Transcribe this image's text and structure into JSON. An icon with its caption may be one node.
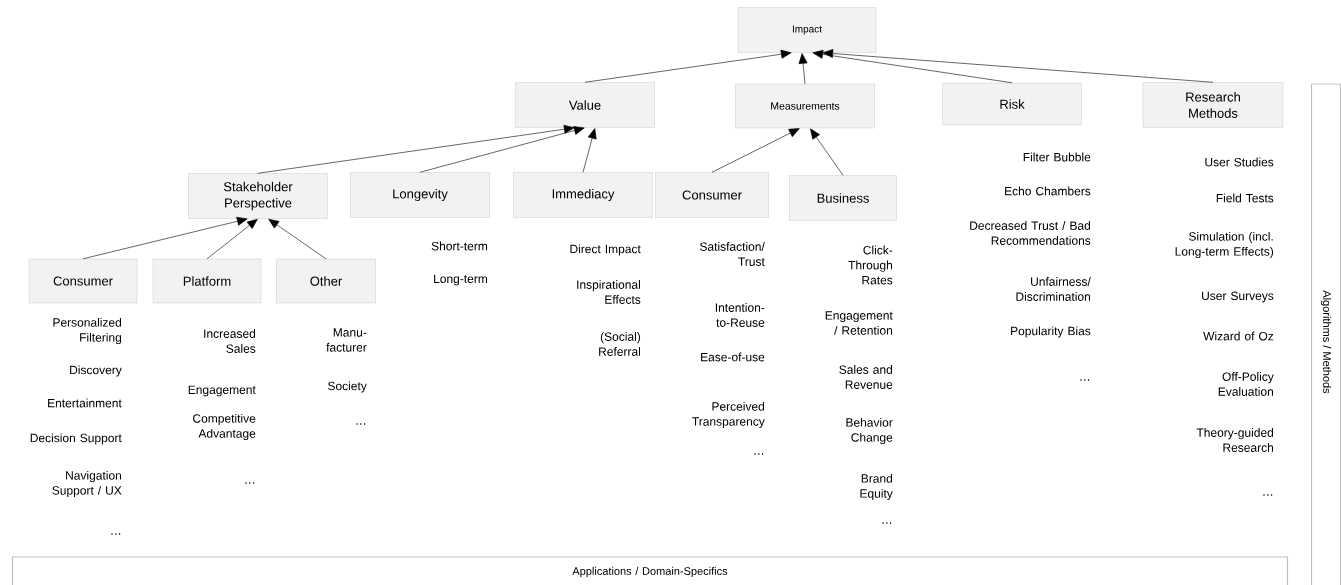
{
  "diagram": {
    "nodes": [
      {
        "text": [
          "Impact"
        ]
      },
      {
        "text": [
          "Value"
        ]
      },
      {
        "text": [
          "Measurements"
        ]
      },
      {
        "text": [
          "Risk"
        ],
        "beside": [
          "Filter Bubble",
          "Echo Chambers",
          "Decreased Trust / Bad Recommendations",
          "Unfairness/ Discrimination",
          "Popularity Bias",
          "…"
        ]
      },
      {
        "text": [
          "Research Methods"
        ],
        "beside": [
          "User Studies",
          "Field Tests",
          "Simulation (incl. Long-term Effects)",
          "User Surveys",
          "Wizard of Oz",
          "Off-Policy Evaluation",
          "Theory-guided Research",
          "…"
        ]
      },
      {
        "text": [
          "Stakeholder Perspective"
        ]
      },
      {
        "text": [
          "Longevity"
        ],
        "beside": [
          "Short-term",
          "Long-term"
        ]
      },
      {
        "text": [
          "Immediacy"
        ],
        "beside": [
          "Direct Impact",
          "Inspirational Effects",
          "(Social) Referral"
        ]
      },
      {
        "text": [
          "Consumer"
        ],
        "beside": [
          "Satisfaction/ Trust",
          "Intention-to-Reuse",
          "Ease-of-use",
          "Perceived Transparency",
          "…"
        ]
      },
      {
        "text": [
          "Business"
        ],
        "beside": [
          "Click-Through Rates",
          "Engagement / Retention",
          "Sales and Revenue",
          "Behavior Change",
          "Brand Equity",
          "…"
        ]
      },
      {
        "text": [
          "Consumer"
        ],
        "beside": [
          "Personalized Filtering",
          "Discovery",
          "Entertainment",
          "Decision Support",
          "Navigation Support / UX",
          "…"
        ]
      },
      {
        "text": [
          "Platform"
        ],
        "beside": [
          "Increased Sales",
          "Engagement",
          "Competitive Advantage",
          "…"
        ]
      },
      {
        "text": [
          "Other"
        ],
        "beside": [
          "Manu-facturer",
          "Society",
          "…"
        ]
      },
      {
        "text": [
          "Applications / Domain-Specifics"
        ]
      },
      {
        "text": [
          "Algorithms / Methods"
        ]
      }
    ],
    "edges": [
      {
        "from": 1,
        "to": 0,
        "arrow": "to"
      },
      {
        "from": 2,
        "to": 0,
        "arrow": "to"
      },
      {
        "from": 3,
        "to": 0,
        "arrow": "to"
      },
      {
        "from": 4,
        "to": 0,
        "arrow": "to"
      },
      {
        "from": 5,
        "to": 1,
        "arrow": "to"
      },
      {
        "from": 6,
        "to": 1,
        "arrow": "to"
      },
      {
        "from": 7,
        "to": 1,
        "arrow": "to"
      },
      {
        "from": 8,
        "to": 2,
        "arrow": "to"
      },
      {
        "from": 9,
        "to": 2,
        "arrow": "to"
      },
      {
        "from": 10,
        "to": 5,
        "arrow": "to"
      },
      {
        "from": 11,
        "to": 5,
        "arrow": "to"
      },
      {
        "from": 12,
        "to": 5,
        "arrow": "to"
      }
    ]
  }
}
